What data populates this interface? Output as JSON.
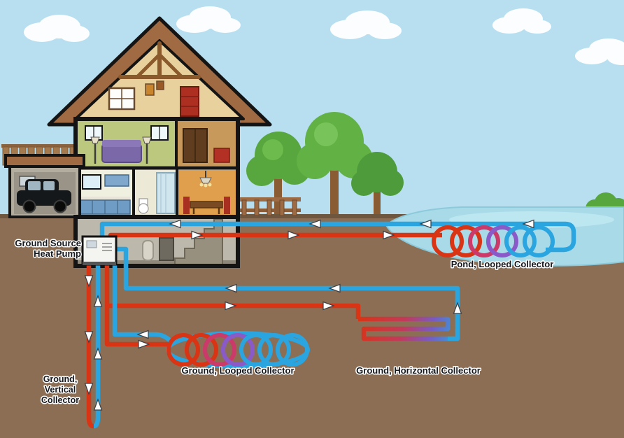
{
  "labels": {
    "heat_pump_line1": "Ground Source",
    "heat_pump_line2": "Heat Pump",
    "pond_collector": "Pond, Looped Collector",
    "ground_looped_collector": "Ground, Looped Collector",
    "ground_horizontal_collector": "Ground, Horizontal Collector",
    "ground_vertical_line1": "Ground,",
    "ground_vertical_line2": "Vertical",
    "ground_vertical_line3": "Collector"
  },
  "colors": {
    "pipe_red": "#d93414",
    "pipe_blue": "#2aa5df",
    "sky": "#b7dff0",
    "ground": "#8b6e54",
    "pond_water": "#a9dae8",
    "roof": "#a06b42",
    "foliage": "#58a63e"
  }
}
